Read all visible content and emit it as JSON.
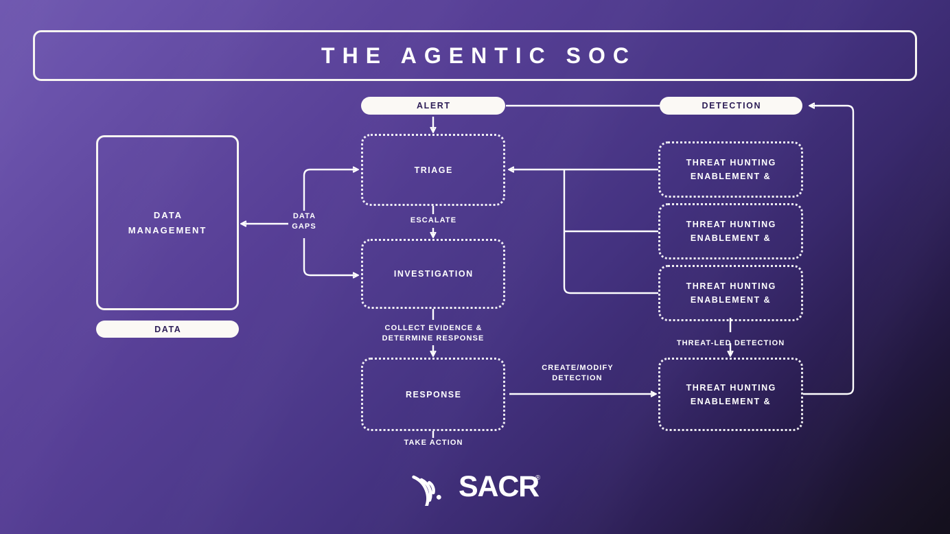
{
  "header": {
    "title": "THE AGENTIC SOC"
  },
  "colors": {
    "bg_light": "#7059b0",
    "bg_dark": "#130f1c",
    "pill_fill": "#fbf9f5",
    "pill_text": "#2c1d56",
    "stroke": "#ffffff"
  },
  "left_column": {
    "data_management_box": "DATA\nMANAGEMENT",
    "data_pill": "DATA"
  },
  "center_column": {
    "alert_pill": "ALERT",
    "triage_box": "TRIAGE",
    "investigation_box": "INVESTIGATION",
    "response_box": "RESPONSE"
  },
  "right_column": {
    "detection_pill": "DETECTION",
    "boxes": [
      "THREAT HUNTING\nENABLEMENT &",
      "THREAT HUNTING\nENABLEMENT &",
      "THREAT HUNTING\nENABLEMENT &",
      "THREAT HUNTING\nENABLEMENT &"
    ]
  },
  "edge_labels": {
    "data_gaps": "DATA\nGAPS",
    "escalate": "ESCALATE",
    "collect_evidence": "COLLECT EVIDENCE &\nDETERMINE RESPONSE",
    "take_action": "TAKE ACTION",
    "create_modify_detection": "CREATE/MODIFY\nDETECTION",
    "threat_led_detection": "THREAT-LED DETECTION"
  },
  "footer": {
    "brand": "SACR",
    "trademark": "®",
    "logo_icon": "signal-arc-icon"
  }
}
